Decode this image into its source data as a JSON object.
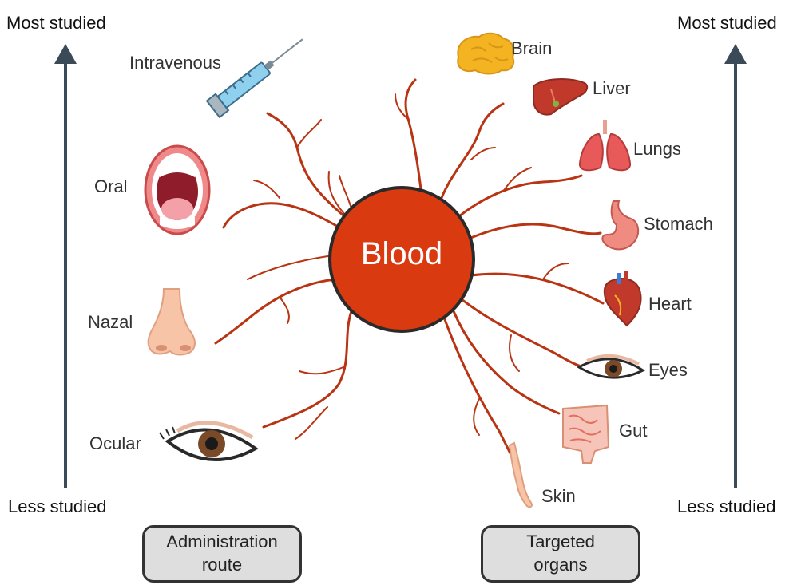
{
  "axes": {
    "top_label": "Most studied",
    "bottom_label": "Less studied"
  },
  "center": {
    "label": "Blood",
    "color": "#d93a10"
  },
  "vessel_color": "#b83412",
  "administration_routes": {
    "caption": "Administration route",
    "items": [
      {
        "label": "Intravenous",
        "icon": "syringe-icon"
      },
      {
        "label": "Oral",
        "icon": "mouth-icon"
      },
      {
        "label": "Nazal",
        "icon": "nose-icon"
      },
      {
        "label": "Ocular",
        "icon": "eye-icon"
      }
    ]
  },
  "targeted_organs": {
    "caption": "Targeted organs",
    "items": [
      {
        "label": "Brain",
        "icon": "brain-icon"
      },
      {
        "label": "Liver",
        "icon": "liver-icon"
      },
      {
        "label": "Lungs",
        "icon": "lungs-icon"
      },
      {
        "label": "Stomach",
        "icon": "stomach-icon"
      },
      {
        "label": "Heart",
        "icon": "heart-icon"
      },
      {
        "label": "Eyes",
        "icon": "eye-icon"
      },
      {
        "label": "Gut",
        "icon": "gut-icon"
      },
      {
        "label": "Skin",
        "icon": "arm-skin-icon"
      }
    ]
  }
}
